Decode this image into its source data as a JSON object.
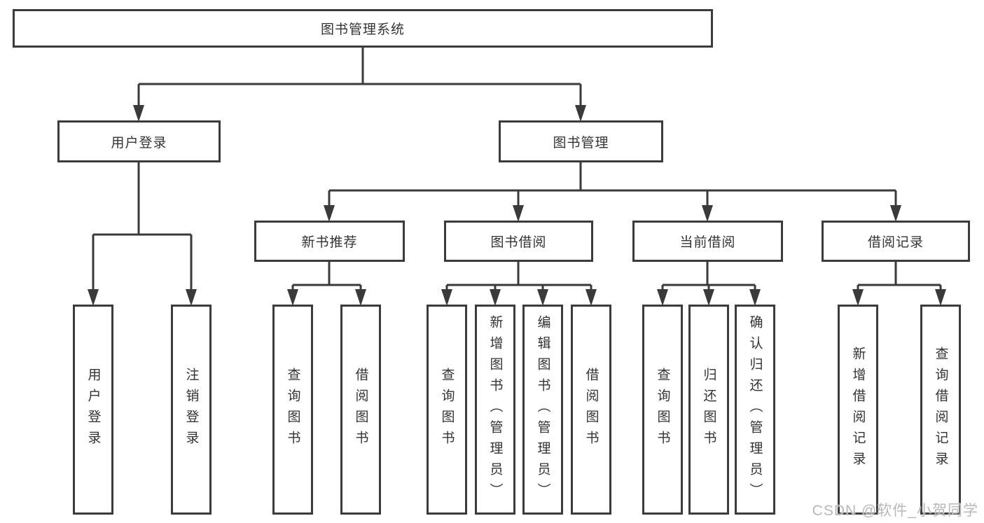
{
  "tree": {
    "root": {
      "label": "图书管理系统",
      "children": [
        {
          "label": "用户登录",
          "children": [
            {
              "label": "用户登录"
            },
            {
              "label": "注销登录"
            }
          ]
        },
        {
          "label": "图书管理",
          "children": [
            {
              "label": "新书推荐",
              "children": [
                {
                  "label": "查询图书"
                },
                {
                  "label": "借阅图书"
                }
              ]
            },
            {
              "label": "图书借阅",
              "children": [
                {
                  "label": "查询图书"
                },
                {
                  "label": "新增图书（管理员）"
                },
                {
                  "label": "编辑图书（管理员）"
                },
                {
                  "label": "借阅图书"
                }
              ]
            },
            {
              "label": "当前借阅",
              "children": [
                {
                  "label": "查询图书"
                },
                {
                  "label": "归还图书"
                },
                {
                  "label": "确认归还（管理员）"
                }
              ]
            },
            {
              "label": "借阅记录",
              "children": [
                {
                  "label": "新增借阅记录"
                },
                {
                  "label": "查询借阅记录"
                }
              ]
            }
          ]
        }
      ]
    }
  },
  "watermark": {
    "text": "CSDN @软件_小贺同学"
  },
  "colors": {
    "line": "#3a3a3a",
    "border": "#3b3b3b",
    "text": "#333333",
    "background": "#ffffff",
    "watermark": "#b8b8b8"
  }
}
